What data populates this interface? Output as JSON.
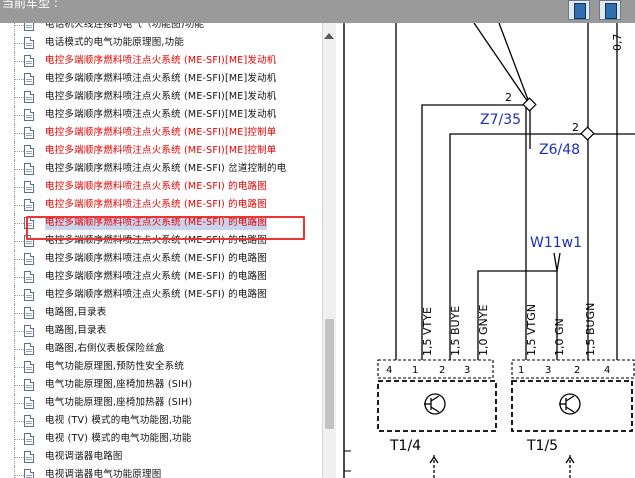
{
  "window": {
    "title": "当前车型 : "
  },
  "tree_items": [
    {
      "label": "电话机火线连接的电气（功能图)功能",
      "color": "black"
    },
    {
      "label": "电话模式的电气功能原理图,功能",
      "color": "black"
    },
    {
      "label": "电控多端顺序燃料喷注点火系统 (ME-SFI)[ME]发动机",
      "color": "red"
    },
    {
      "label": "电控多端顺序燃料喷注点火系统 (ME-SFI)[ME]发动机",
      "color": "black"
    },
    {
      "label": "电控多端顺序燃料喷注点火系统 (ME-SFI)[ME]发动机",
      "color": "black"
    },
    {
      "label": "电控多端顺序燃料喷注点火系统 (ME-SFI)[ME]发动机",
      "color": "black"
    },
    {
      "label": "电控多端顺序燃料喷注点火系统 (ME-SFI)[ME]控制单",
      "color": "red"
    },
    {
      "label": "电控多端顺序燃料喷注点火系统 (ME-SFI)[ME]控制单",
      "color": "red"
    },
    {
      "label": "电控多端顺序燃料喷注点火系统 (ME-SFI) 岔道控制的电",
      "color": "black"
    },
    {
      "label": "电控多端顺序燃料喷注点火系统 (ME-SFI) 的电路图",
      "color": "red"
    },
    {
      "label": "电控多端顺序燃料喷注点火系统 (ME-SFI) 的电路图",
      "color": "red"
    },
    {
      "label": "电控多端顺序燃料喷注点火系统 (ME-SFI) 的电路图",
      "color": "red",
      "selected": true
    },
    {
      "label": "电控多端顺序燃料喷注点火系统 (ME-SFI) 的电路图",
      "color": "black"
    },
    {
      "label": "电控多端顺序燃料喷注点火系统 (ME-SFI) 的电路图",
      "color": "black"
    },
    {
      "label": "电控多端顺序燃料喷注点火系统 (ME-SFI) 的电路图",
      "color": "black"
    },
    {
      "label": "电控多端顺序燃料喷注点火系统 (ME-SFI) 的电路图",
      "color": "black"
    },
    {
      "label": "电路图,目录表",
      "color": "black"
    },
    {
      "label": "电路图,目录表",
      "color": "black"
    },
    {
      "label": "电路图,右侧仪表板保险丝盒",
      "color": "black"
    },
    {
      "label": "电气功能原理图,预防性安全系统",
      "color": "black"
    },
    {
      "label": "电气功能原理图,座椅加热器 (SIH)",
      "color": "black"
    },
    {
      "label": "电气功能原理图,座椅加热器 (SIH)",
      "color": "black"
    },
    {
      "label": "电视 (TV) 模式的电气功能图,功能",
      "color": "black"
    },
    {
      "label": "电视 (TV) 模式的电气功能图,功能",
      "color": "black"
    },
    {
      "label": "电视调谐器电路图",
      "color": "black"
    },
    {
      "label": "电视调谐器电气功能原理图",
      "color": "black"
    }
  ],
  "diagram": {
    "top_wire_label": "0,7",
    "nodes": [
      {
        "id": "Z7/35",
        "count": "2"
      },
      {
        "id": "Z6/48",
        "count": "2"
      }
    ],
    "splice": "W11w1",
    "wires": [
      "1,5 VTYE",
      "1,5 BUYE",
      "1,0 GNYE",
      "1,5 VTGN",
      "1,0 GN",
      "1,5 BUGN"
    ],
    "left_module": {
      "name": "T1/4",
      "pins": [
        "4",
        "1",
        "2",
        "3"
      ]
    },
    "right_module": {
      "name": "T1/5",
      "pins": [
        "1",
        "3",
        "2",
        "4"
      ]
    },
    "colors": {
      "node_label": "#1a2fb8",
      "highlight": "#e33333",
      "item_red": "#e60000"
    }
  }
}
